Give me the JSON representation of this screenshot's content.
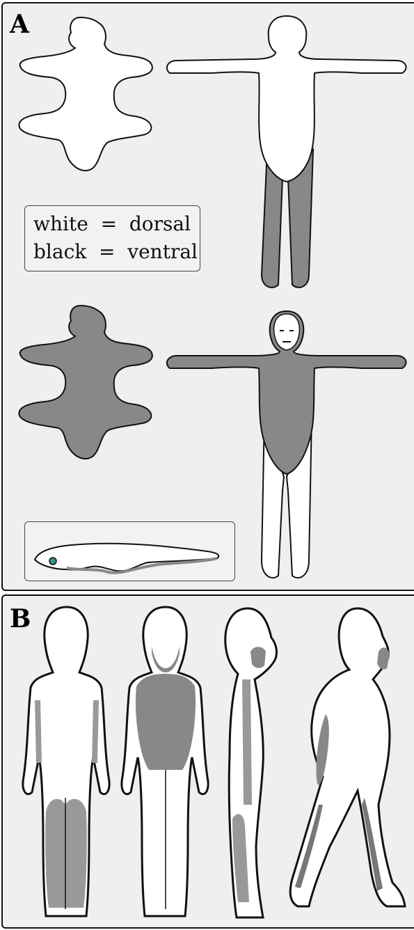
{
  "panels": {
    "a": {
      "letter": "A"
    },
    "b": {
      "letter": "B"
    }
  },
  "legend": {
    "line1": "white  =  dorsal",
    "line2": "black  =  ventral"
  },
  "colors": {
    "dorsal": "#ffffff",
    "ventral": "#888888",
    "outline": "#111111",
    "panel_background": "#efefef",
    "eye": "#3a8f8a"
  }
}
